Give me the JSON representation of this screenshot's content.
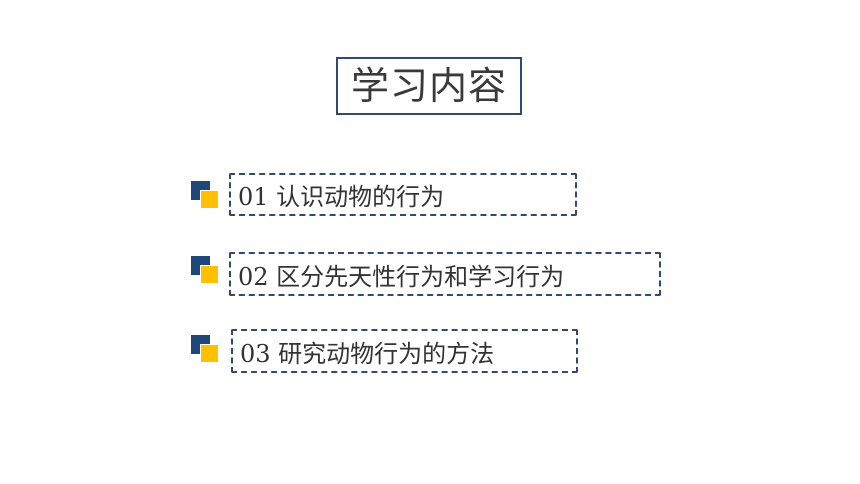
{
  "title": "学习内容",
  "items": [
    {
      "label": "01 认识动物的行为"
    },
    {
      "label": "02 区分先天性行为和学习行为"
    },
    {
      "label": "03 研究动物行为的方法"
    }
  ],
  "colors": {
    "accent_blue": "#1f4777",
    "accent_yellow": "#ffc000",
    "border": "#2f4b75"
  }
}
